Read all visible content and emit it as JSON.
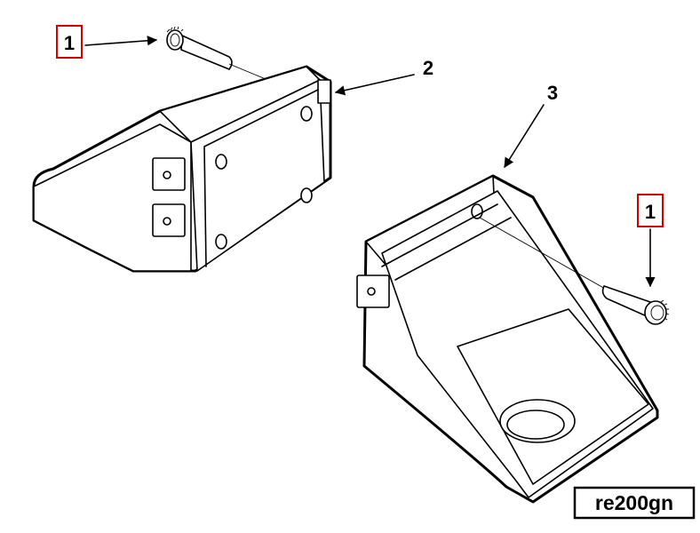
{
  "callouts": {
    "bolt_top": "1",
    "bracket_left": "2",
    "bracket_right": "3",
    "bolt_right": "1"
  },
  "reference_code": "re200gn",
  "colors": {
    "callout_box": "#d40000",
    "line": "#000000",
    "background": "#ffffff"
  }
}
